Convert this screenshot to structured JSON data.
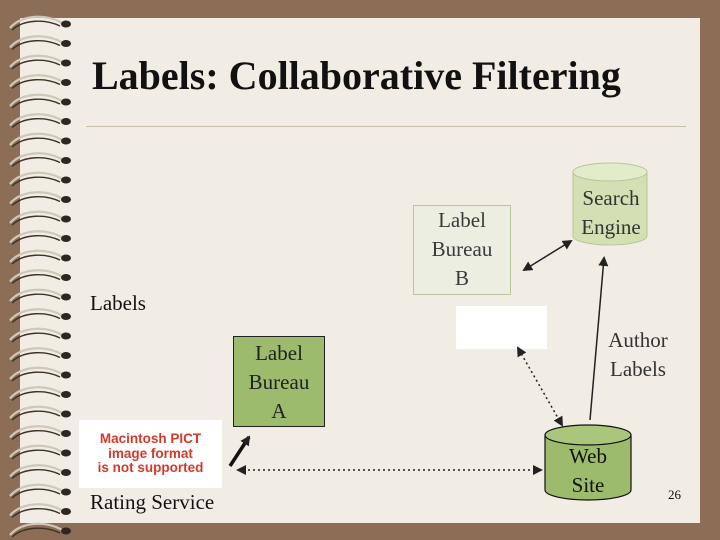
{
  "slide": {
    "title": "Labels: Collaborative Filtering",
    "page_number": "26"
  },
  "diagram": {
    "labels_text": "Labels",
    "rating_service": "Rating Service",
    "label_bureau_b": [
      "Label",
      "Bureau",
      "B"
    ],
    "label_bureau_a": [
      "Label",
      "Bureau",
      "A"
    ],
    "search_engine": [
      "Search",
      "Engine"
    ],
    "author_labels": [
      "Author",
      "Labels"
    ],
    "web_site": [
      "Web",
      "Site"
    ],
    "pict_placeholder": [
      "Macintosh PICT",
      "image format",
      "is not supported"
    ]
  },
  "colors": {
    "background": "#8c6e56",
    "paper": "#f1ede4",
    "bureau_a_fill": "#9cbb6c",
    "cylinder_fill": "#9cbb6c",
    "search_engine_fill": "#d3e0b4",
    "pict_text": "#d23a2c"
  }
}
